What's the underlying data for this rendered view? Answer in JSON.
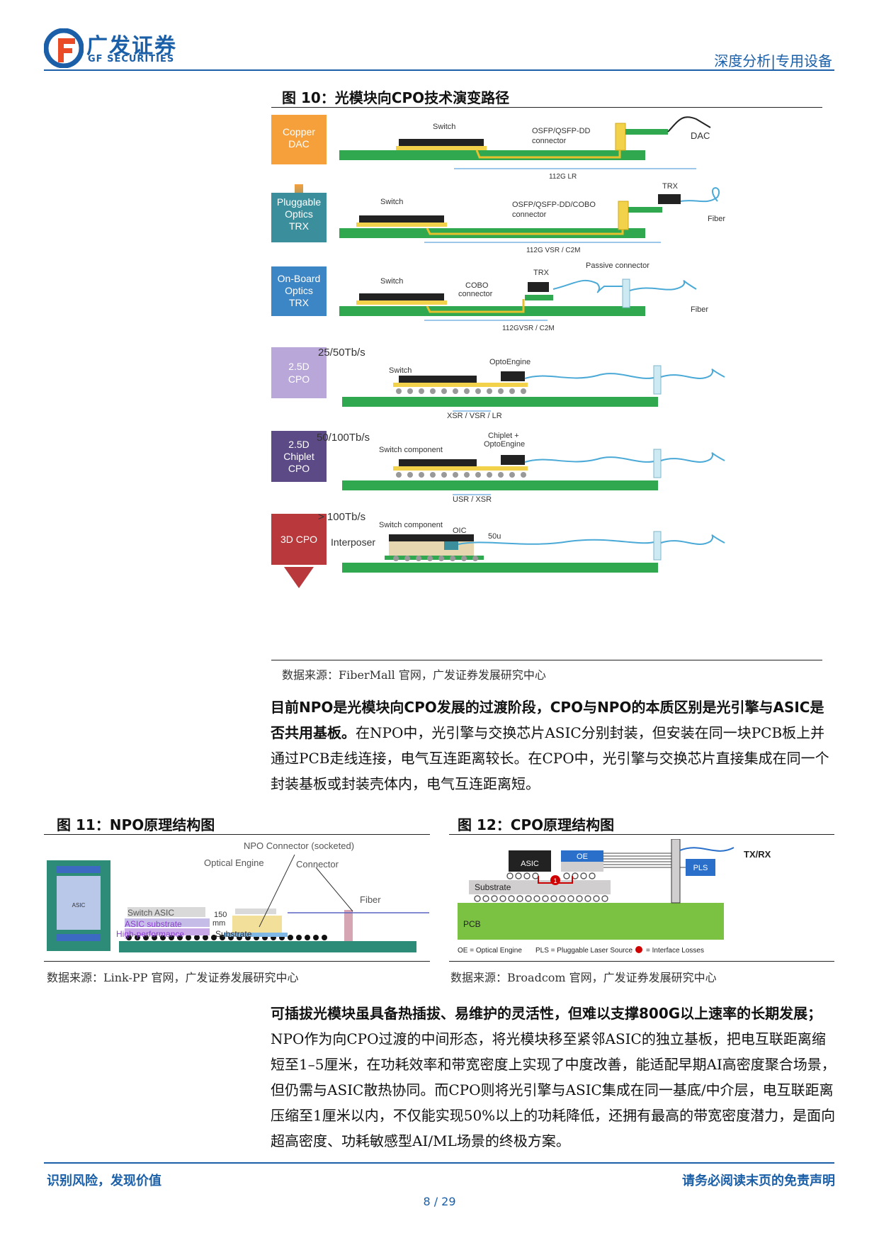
{
  "header": {
    "logo_cn": "广发证券",
    "logo_en": "GF SECURITIES",
    "report_tag": "深度分析|专用设备"
  },
  "fig10": {
    "caption": "图 10：光模块向CPO技术演变路径",
    "source": "数据来源：FiberMall 官网，广发证券发展研究中心",
    "stages": [
      {
        "label": "Copper DAC",
        "color": "#f6a03c"
      },
      {
        "label": "Pluggable Optics TRX",
        "color": "#3b8f9c"
      },
      {
        "label": "On-Board Optics TRX",
        "color": "#3d86c6"
      },
      {
        "label": "2.5D CPO",
        "color": "#b9a7d9"
      },
      {
        "label": "2.5D Chiplet CPO",
        "color": "#5c4a87"
      },
      {
        "label": "3D CPO",
        "color": "#b8383b"
      }
    ],
    "row1": {
      "switch": "Switch",
      "connector": "OSFP/QSFP-DD connector",
      "dac": "DAC",
      "distance": "112G LR"
    },
    "row2": {
      "switch": "Switch",
      "connector": "OSFP/QSFP-DD/COBO connector",
      "trx": "TRX",
      "fiber": "Fiber",
      "distance": "112G VSR / C2M"
    },
    "row3": {
      "switch": "Switch",
      "connector": "COBO connector",
      "trx": "TRX",
      "passive": "Passive connector",
      "fiber": "Fiber",
      "distance": "112GVSR / C2M"
    },
    "row4": {
      "rate": "25/50Tb/s",
      "switch": "Switch",
      "engine": "OptoEngine",
      "distance": "XSR / VSR / LR"
    },
    "row5": {
      "rate": "50/100Tb/s",
      "switch": "Switch component",
      "engine": "Chiplet + OptoEngine",
      "distance": "USR / XSR"
    },
    "row6": {
      "rate": "> 100Tb/s",
      "switch": "Switch component",
      "oic": "OIC",
      "gap": "50u",
      "interposer": "Interposer"
    }
  },
  "para1": {
    "bold": "目前NPO是光模块向CPO发展的过渡阶段，CPO与NPO的本质区别是光引擎与ASIC是否共用基板。",
    "text": "在NPO中，光引擎与交换芯片ASIC分别封装，但安装在同一块PCB板上并通过PCB走线连接，电气互连距离较长。在CPO中，光引擎与交换芯片直接集成在同一个封装基板或封装壳体内，电气互连距离短。"
  },
  "fig11": {
    "caption": "图 11：NPO原理结构图",
    "source": "数据来源：Link-PP 官网，广发证券发展研究中心",
    "labels": {
      "npo_connector": "NPO Connector (socketed)",
      "optical_engine": "Optical Engine",
      "connector": "Connector",
      "fiber": "Fiber",
      "switch_asic": "Switch ASIC",
      "asic_substrate": "ASIC substrate",
      "high_perf": "High-performance",
      "substrate": "Substrate",
      "dist1": "150",
      "dist2": "mm",
      "asic": "ASIC"
    }
  },
  "fig12": {
    "caption": "图 12：CPO原理结构图",
    "source": "数据来源：Broadcom 官网，广发证券发展研究中心",
    "labels": {
      "asic": "ASIC",
      "oe": "OE",
      "substrate": "Substrate",
      "pcb": "PCB",
      "txrx": "TX/RX",
      "pls": "PLS",
      "loss_no": "1",
      "legend1": "OE = Optical Engine",
      "legend2": "PLS = Pluggable Laser Source",
      "legend3": "= Interface Losses"
    }
  },
  "para2": {
    "bold": "可插拔光模块虽具备热插拔、易维护的灵活性，但难以支撑800G以上速率的长期发展；",
    "text": "NPO作为向CPO过渡的中间形态，将光模块移至紧邻ASIC的独立基板，把电互联距离缩短至1–5厘米，在功耗效率和带宽密度上实现了中度改善，能适配早期AI高密度聚合场景，但仍需与ASIC散热协同。而CPO则将光引擎与ASIC集成在同一基底/中介层，电互联距离压缩至1厘米以内，不仅能实现50%以上的功耗降低，还拥有最高的带宽密度潜力，是面向超高密度、功耗敏感型AI/ML场景的终极方案。"
  },
  "footer": {
    "left": "识别风险，发现价值",
    "right": "请务必阅读末页的免责声明",
    "page": "8 / 29"
  }
}
